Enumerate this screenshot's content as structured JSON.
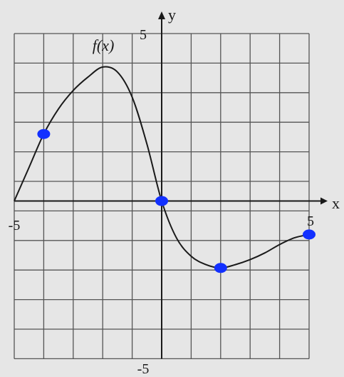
{
  "chart_data": {
    "type": "line",
    "title": "",
    "xlabel": "x",
    "ylabel": "y",
    "xlim": [
      -5,
      5
    ],
    "ylim": [
      -5,
      5
    ],
    "grid": true,
    "function_label": "f(x)",
    "tick_labels": {
      "x_min": "-5",
      "x_max": "5",
      "y_min": "-5",
      "y_max": "5"
    },
    "series": [
      {
        "x": [
          -5,
          -4.5,
          -4,
          -3.5,
          -3,
          -2.5,
          -2,
          -1.5,
          -1,
          -0.5,
          0,
          0.5,
          1,
          1.5,
          2,
          2.5,
          3,
          3.5,
          4,
          4.5,
          5
        ],
        "y": [
          0,
          1,
          2,
          2.75,
          3.3,
          3.7,
          4,
          3.85,
          3.1,
          1.7,
          0,
          -1.1,
          -1.65,
          -1.9,
          -2,
          -1.9,
          -1.75,
          -1.55,
          -1.3,
          -1.1,
          -1
        ]
      }
    ],
    "points": [
      {
        "x": -4,
        "y": 2
      },
      {
        "x": 0,
        "y": 0
      },
      {
        "x": 2,
        "y": -2
      },
      {
        "x": 5,
        "y": -1
      }
    ],
    "colors": {
      "curve": "#1a1a1a",
      "grid": "#555555",
      "points": "#1230ff",
      "background": "#e6e6e6"
    }
  }
}
